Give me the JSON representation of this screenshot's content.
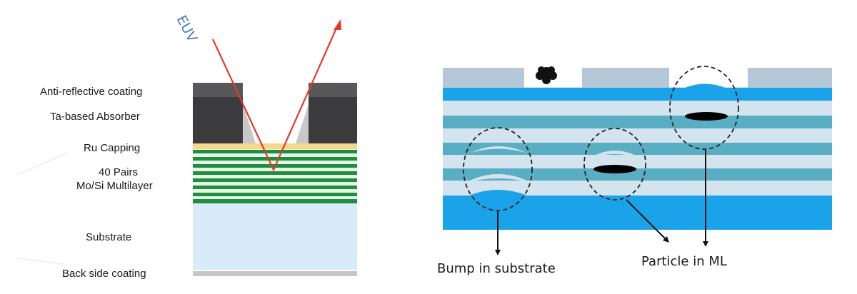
{
  "left_diagram": {
    "beam_label": "EUV",
    "labels": {
      "arc": "Anti-reflective coating",
      "absorber": "Ta-based Absorber",
      "capping": "Ru Capping",
      "multilayer_line1": "40 Pairs",
      "multilayer_line2": "Mo/Si Multilayer",
      "substrate": "Substrate",
      "backside": "Back side coating"
    },
    "colors": {
      "arc": "#58585a",
      "absorber": "#3b3b3d",
      "capping": "#f5d98a",
      "multilayer_green": "#1e8f3c",
      "multilayer_light": "#e8f4ea",
      "substrate": "#d7ecf8",
      "backside": "#c6c6c6",
      "beam": "#e23a2a"
    }
  },
  "right_diagram": {
    "labels": {
      "bump": "Bump in substrate",
      "particle": "Particle in ML"
    },
    "colors": {
      "blue": "#1aa3e8",
      "teal": "#5aaec4",
      "light": "#d4e4ee",
      "absorber_block": "#b4c8d8",
      "defect": "#000000"
    }
  }
}
